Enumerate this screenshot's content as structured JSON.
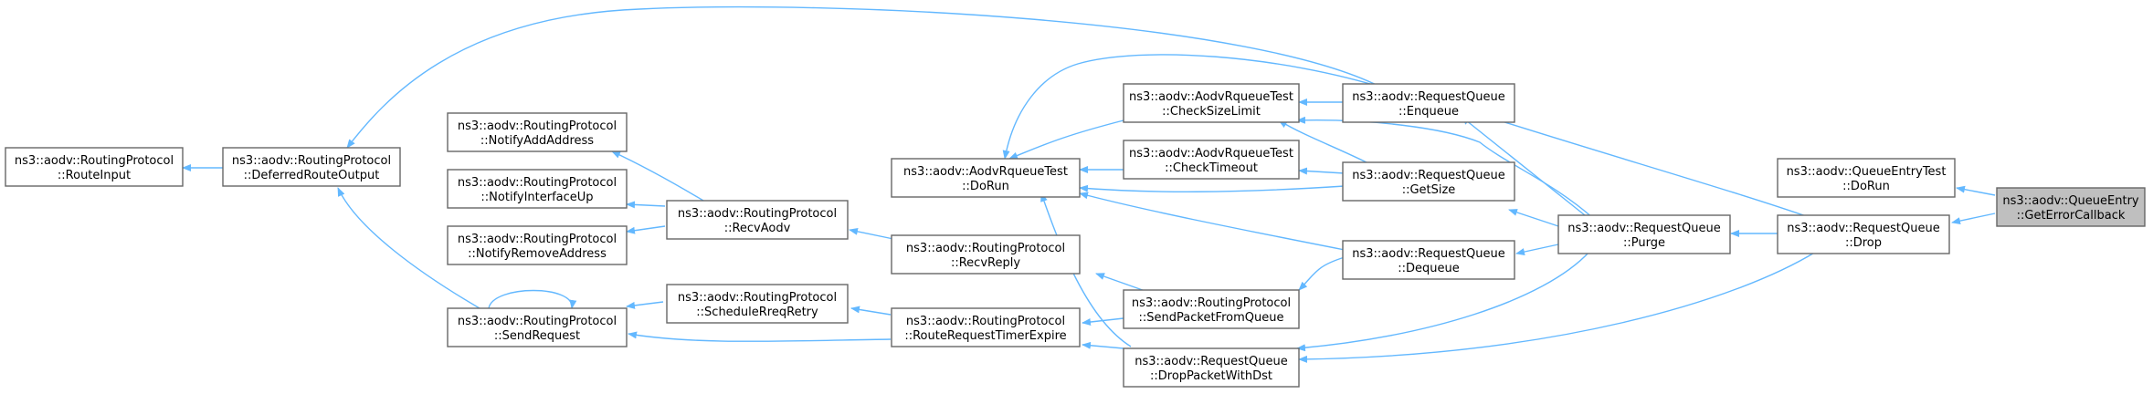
{
  "colors": {
    "edge": "#63b8ff",
    "node_border": "#666666",
    "focus_fill": "#bfbfbf",
    "background": "#ffffff"
  },
  "nodes": {
    "route_input": [
      "ns3::aodv::RoutingProtocol",
      "::RouteInput"
    ],
    "deferred_route_output": [
      "ns3::aodv::RoutingProtocol",
      "::DeferredRouteOutput"
    ],
    "notify_add_address": [
      "ns3::aodv::RoutingProtocol",
      "::NotifyAddAddress"
    ],
    "notify_interface_up": [
      "ns3::aodv::RoutingProtocol",
      "::NotifyInterfaceUp"
    ],
    "notify_remove_address": [
      "ns3::aodv::RoutingProtocol",
      "::NotifyRemoveAddress"
    ],
    "send_request": [
      "ns3::aodv::RoutingProtocol",
      "::SendRequest"
    ],
    "recv_aodv": [
      "ns3::aodv::RoutingProtocol",
      "::RecvAodv"
    ],
    "schedule_rreq_retry": [
      "ns3::aodv::RoutingProtocol",
      "::ScheduleRreqRetry"
    ],
    "do_run": [
      "ns3::aodv::AodvRqueueTest",
      "::DoRun"
    ],
    "recv_reply": [
      "ns3::aodv::RoutingProtocol",
      "::RecvReply"
    ],
    "route_request_timer_expire": [
      "ns3::aodv::RoutingProtocol",
      "::RouteRequestTimerExpire"
    ],
    "check_size_limit": [
      "ns3::aodv::AodvRqueueTest",
      "::CheckSizeLimit"
    ],
    "check_timeout": [
      "ns3::aodv::AodvRqueueTest",
      "::CheckTimeout"
    ],
    "send_packet_from_queue": [
      "ns3::aodv::RoutingProtocol",
      "::SendPacketFromQueue"
    ],
    "drop_packet_with_dst": [
      "ns3::aodv::RequestQueue",
      "::DropPacketWithDst"
    ],
    "enqueue": [
      "ns3::aodv::RequestQueue",
      "::Enqueue"
    ],
    "get_size": [
      "ns3::aodv::RequestQueue",
      "::GetSize"
    ],
    "dequeue": [
      "ns3::aodv::RequestQueue",
      "::Dequeue"
    ],
    "purge": [
      "ns3::aodv::RequestQueue",
      "::Purge"
    ],
    "queue_entry_test_do_run": [
      "ns3::aodv::QueueEntryTest",
      "::DoRun"
    ],
    "drop": [
      "ns3::aodv::RequestQueue",
      "::Drop"
    ],
    "get_error_callback": [
      "ns3::aodv::QueueEntry",
      "::GetErrorCallback"
    ]
  }
}
